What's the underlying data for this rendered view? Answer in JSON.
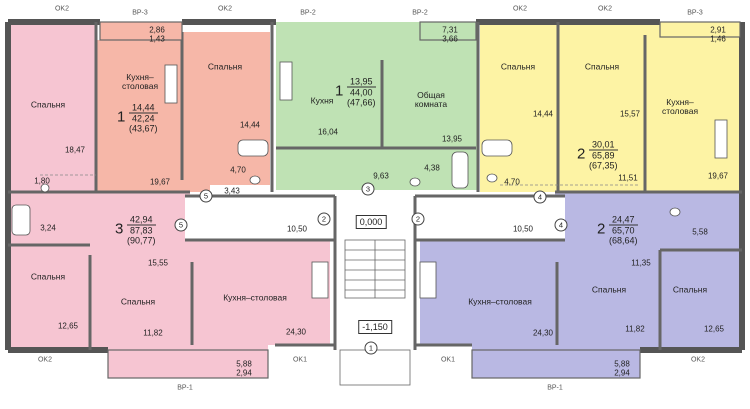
{
  "colors": {
    "apt1_red": "#f6b7a8",
    "apt1_green": "#bfe2b4",
    "apt2_yellow": "#fdf3a4",
    "apt2_blue": "#b9b8e3",
    "apt3_pink": "#f6c5d2",
    "wall": "#5a5a5a"
  },
  "window_tags": {
    "top": [
      "OK2",
      "BP-3",
      "OK2",
      "BP-2",
      "BP-2",
      "OK2",
      "OK2",
      "BP-3"
    ],
    "bottom": [
      "OK2",
      "BP-1",
      "OK1",
      "OK1",
      "BP-1",
      "OK2"
    ]
  },
  "axes": [
    "1",
    "2",
    "2",
    "3",
    "4",
    "4",
    "5",
    "5"
  ],
  "levels": {
    "floor": "0,000",
    "landing": "-1,150"
  },
  "apartments": {
    "red": {
      "num": "1",
      "living": "14,44",
      "total": "42,24",
      "total_with_balcony": "(43,67)"
    },
    "green": {
      "num": "1",
      "living": "13,95",
      "total": "44,00",
      "total_with_balcony": "(47,66)"
    },
    "yellow": {
      "num": "2",
      "living": "30,01",
      "total": "65,89",
      "total_with_balcony": "(67,35)"
    },
    "blue": {
      "num": "2",
      "living": "24,47",
      "total": "65,70",
      "total_with_balcony": "(68,64)"
    },
    "pink": {
      "num": "3",
      "living": "42,94",
      "total": "87,83",
      "total_with_balcony": "(90,77)"
    }
  },
  "room_names": {
    "kitchen_dining": "Кухня–столовая",
    "kitchen_dining_wrap": "Кухня– столовая",
    "bedroom": "Спальня",
    "kitchen": "Кухня",
    "common_room": "Общая комната"
  },
  "room_areas": {
    "red_kitchen": "19,67",
    "red_bed": "14,44",
    "red_bath": "4,70",
    "red_wc": "3,43",
    "red_balc": "2,86",
    "red_balc2": "1,43",
    "green_kitchen": "16,04",
    "green_room": "13,95",
    "green_bath": "4,38",
    "green_hall": "9,63",
    "green_balc": "7,31",
    "green_balc2": "3,66",
    "yellow_bed1": "14,44",
    "yellow_bed2": "15,57",
    "yellow_kitchen": "19,67",
    "yellow_hall": "11,51",
    "yellow_bath": "4,70",
    "yellow_balc": "2,91",
    "yellow_balc2": "1,46",
    "pink_bed_top": "18,47",
    "pink_wc": "1,80",
    "pink_bath": "3,24",
    "pink_bed_bl": "12,65",
    "pink_bed_bm": "11,82",
    "pink_hall": "15,55",
    "pink_kitchen": "24,30",
    "pink_balc": "5,88",
    "pink_balc2": "2,94",
    "corr_left": "10,50",
    "corr_right": "10,50",
    "blue_hall": "11,35",
    "blue_bath": "5,58",
    "blue_kitchen": "24,30",
    "blue_bed1": "11,82",
    "blue_bed2": "12,65",
    "blue_balc": "5,88",
    "blue_balc2": "2,94"
  }
}
